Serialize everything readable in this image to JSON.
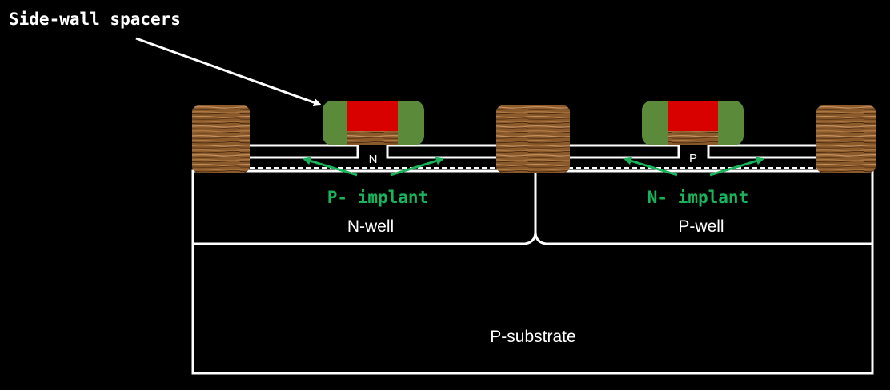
{
  "annotation": {
    "text": "Side-wall spacers"
  },
  "regions": {
    "n_well": "N-well",
    "p_well": "P-well",
    "p_substrate": "P-substrate"
  },
  "gates": {
    "left_channel_label": "N",
    "right_channel_label": "P"
  },
  "implants": {
    "left": "P- implant",
    "right": "N- implant"
  },
  "colors": {
    "background": "#000000",
    "outline": "#ffffff",
    "spacer": "#5a8a3a",
    "gate_poly": "#d90000",
    "oxide_wood": "#8b5a2b",
    "implant_label": "#18b35a"
  }
}
